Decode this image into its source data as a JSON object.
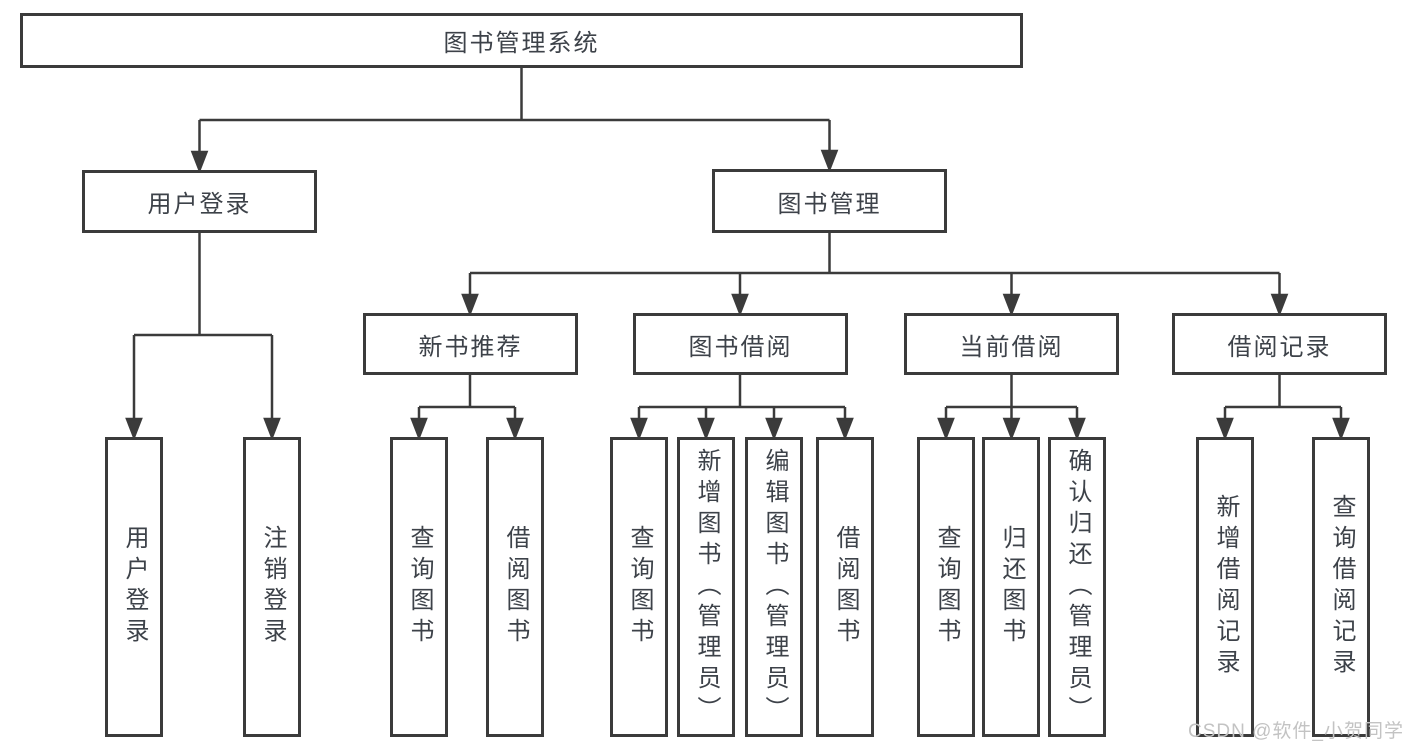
{
  "colors": {
    "line": "#3b3b3b",
    "node_border": "#3b3b3b",
    "node_text": "#3d4249",
    "background": "#ffffff",
    "watermark_text": "#c3c3c3"
  },
  "root": {
    "label": "图书管理系统"
  },
  "branches": {
    "login": {
      "label": "用户登录",
      "leaves": [
        {
          "label": "用户登录"
        },
        {
          "label": "注销登录"
        }
      ]
    },
    "management": {
      "label": "图书管理",
      "groups": [
        {
          "label": "新书推荐",
          "leaves": [
            {
              "label": "查询图书"
            },
            {
              "label": "借阅图书"
            }
          ]
        },
        {
          "label": "图书借阅",
          "leaves": [
            {
              "label": "查询图书"
            },
            {
              "label": "新增图书（管理员）"
            },
            {
              "label": "编辑图书（管理员）"
            },
            {
              "label": "借阅图书"
            }
          ]
        },
        {
          "label": "当前借阅",
          "leaves": [
            {
              "label": "查询图书"
            },
            {
              "label": "归还图书"
            },
            {
              "label": "确认归还（管理员）"
            }
          ]
        },
        {
          "label": "借阅记录",
          "leaves": [
            {
              "label": "新增借阅记录"
            },
            {
              "label": "查询借阅记录"
            }
          ]
        }
      ]
    }
  },
  "watermark": {
    "text": "CSDN @软件_小贺同学"
  }
}
